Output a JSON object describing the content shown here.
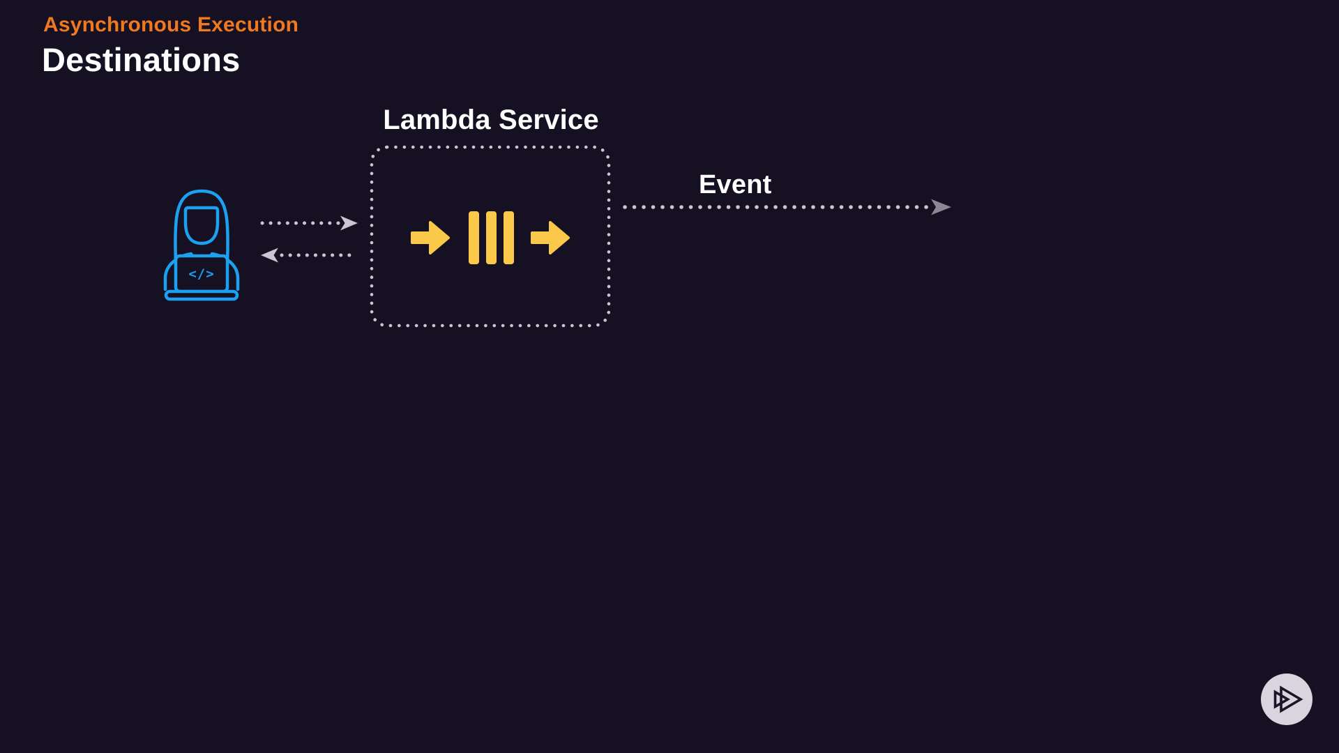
{
  "slide": {
    "kicker": "Asynchronous Execution",
    "title": "Destinations"
  },
  "diagram": {
    "lambda_box_label": "Lambda Service",
    "event_label": "Event",
    "code_glyph": "</>",
    "icons": {
      "developer": "developer-with-laptop-icon",
      "queue": "async-invoke-queue-icon",
      "request_arrow": "dotted-arrow-right",
      "response_arrow": "dotted-arrow-left",
      "event_arrow": "dotted-arrow-right-long"
    }
  },
  "branding": {
    "logo": "pluralsight-logo"
  },
  "colors": {
    "background": "#151022",
    "accent_orange": "#F0781E",
    "accent_yellow": "#FAC94A",
    "accent_blue": "#1CA0F0",
    "dot_gray": "#C9C5D2",
    "arrowhead_gray": "#8B8794",
    "text_white": "#FFFFFF",
    "logo_circle": "#D8D5DE",
    "logo_glyph": "#1A1426"
  }
}
